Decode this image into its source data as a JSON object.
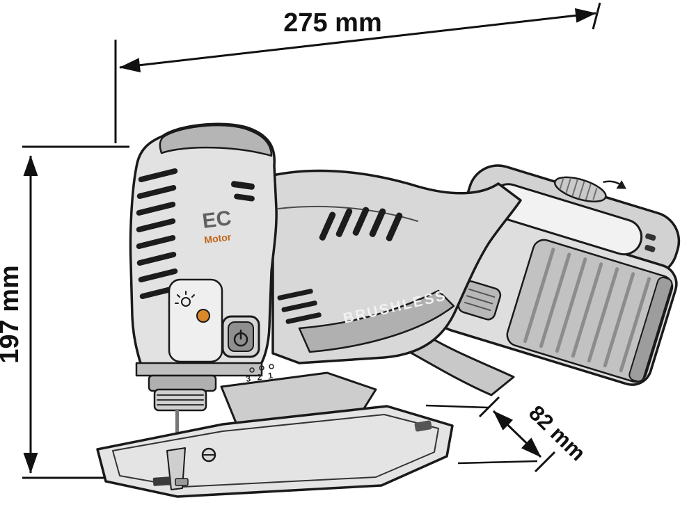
{
  "diagram": {
    "dimensions": {
      "width": "275 mm",
      "height": "197 mm",
      "base": "82 mm"
    },
    "tool_markings": {
      "motor_line1": "EC",
      "motor_line2": "Motor",
      "brushless": "BRUSHLESS",
      "speed_dial": "3 2 1"
    },
    "icons": {
      "power_button": "power-icon",
      "led_light": "led-icon",
      "battery_dial_arrow": "rotate-arrow-icon"
    },
    "colors": {
      "outline": "#1a1a1a",
      "body_light": "#e4e4e4",
      "body_mid": "#d4d4d4",
      "body_dark": "#b2b2b2",
      "motor_subtext": "#c06418",
      "indicator": "#d9882a",
      "dimension_text": "#111111"
    }
  }
}
